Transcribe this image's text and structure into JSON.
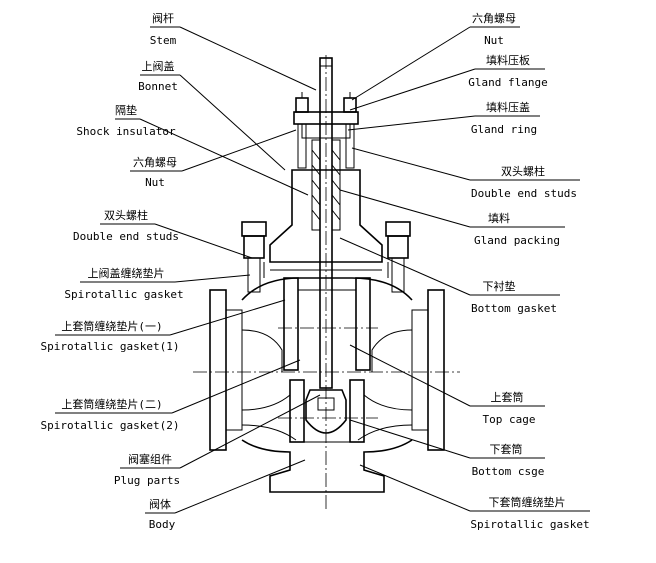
{
  "labels": {
    "stem": {
      "zh": "阀杆",
      "en": "Stem"
    },
    "bonnet": {
      "zh": "上阀盖",
      "en": "Bonnet"
    },
    "shock_insulator": {
      "zh": "隔垫",
      "en": "Shock insulator"
    },
    "nut_left": {
      "zh": "六角螺母",
      "en": "Nut"
    },
    "double_end_studs_left": {
      "zh": "双头螺柱",
      "en": "Double end studs"
    },
    "spirotallic_gasket_bonnet": {
      "zh": "上阀盖缠绕垫片",
      "en": "Spirotallic gasket"
    },
    "spirotallic_gasket_1": {
      "zh": "上套筒缠绕垫片(一)",
      "en": "Spirotallic gasket(1)"
    },
    "spirotallic_gasket_2": {
      "zh": "上套筒缠绕垫片(二)",
      "en": "Spirotallic gasket(2)"
    },
    "plug_parts": {
      "zh": "阀塞组件",
      "en": "Plug parts"
    },
    "body": {
      "zh": "阀体",
      "en": "Body"
    },
    "nut_right": {
      "zh": "六角螺母",
      "en": "Nut"
    },
    "gland_flange": {
      "zh": "填料压板",
      "en": "Gland flange"
    },
    "gland_ring": {
      "zh": "填料压盖",
      "en": "Gland ring"
    },
    "double_end_studs_right": {
      "zh": "双头螺柱",
      "en": "Double end studs"
    },
    "gland_packing": {
      "zh": "填料",
      "en": "Gland packing"
    },
    "bottom_gasket": {
      "zh": "下衬垫",
      "en": "Bottom gasket"
    },
    "top_cage": {
      "zh": "上套筒",
      "en": "Top cage"
    },
    "bottom_cage": {
      "zh": "下套筒",
      "en": "Bottom csge"
    },
    "spirotallic_gasket_lower": {
      "zh": "下套筒缠绕垫片",
      "en": "Spirotallic gasket"
    }
  }
}
